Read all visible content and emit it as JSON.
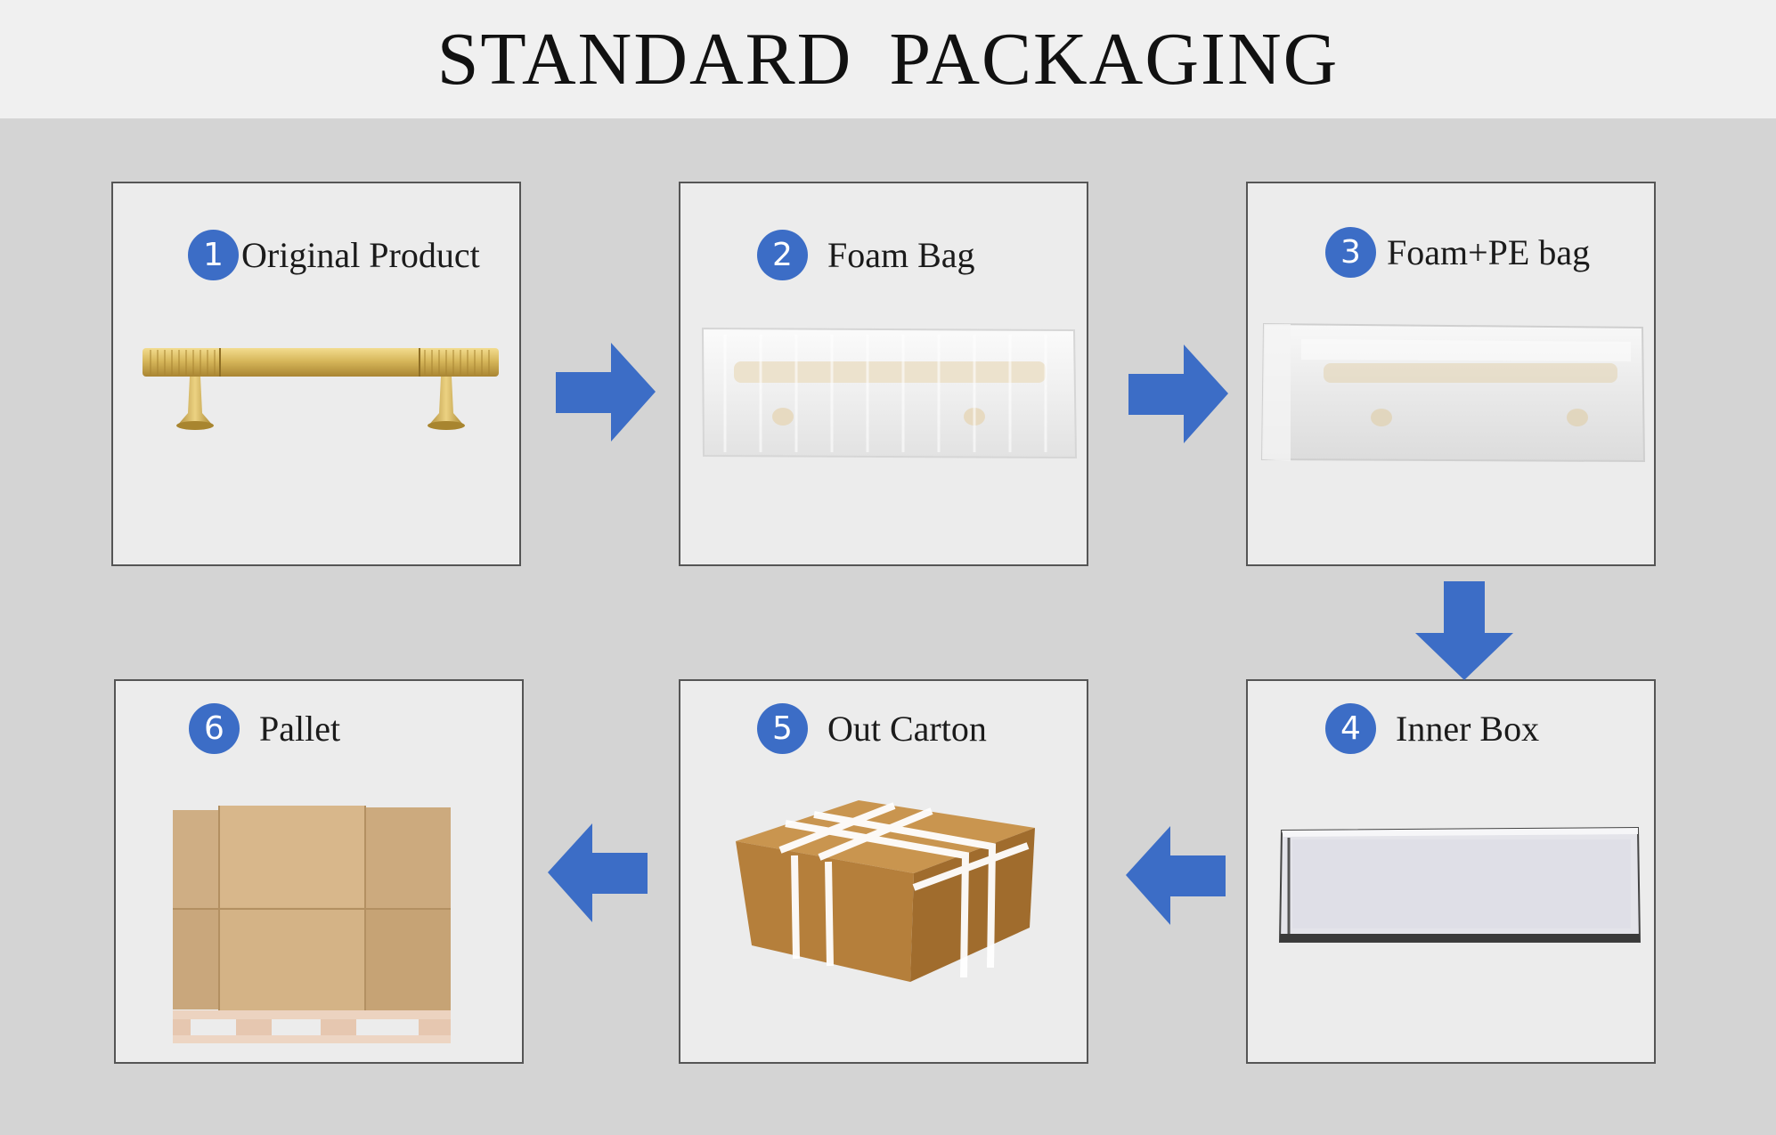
{
  "header": {
    "title": "STANDARD PACKAGING"
  },
  "steps": [
    {
      "number": "1",
      "label": "Original Product"
    },
    {
      "number": "2",
      "label": "Foam Bag"
    },
    {
      "number": "3",
      "label": "Foam+PE bag"
    },
    {
      "number": "4",
      "label": "Inner Box"
    },
    {
      "number": "5",
      "label": "Out Carton"
    },
    {
      "number": "6",
      "label": "Pallet"
    }
  ],
  "colors": {
    "accent": "#3c6dc6",
    "header_bg": "#f0f0f0",
    "page_bg": "#d4d4d4",
    "panel_bg": "#ececec",
    "panel_border": "#555555"
  }
}
